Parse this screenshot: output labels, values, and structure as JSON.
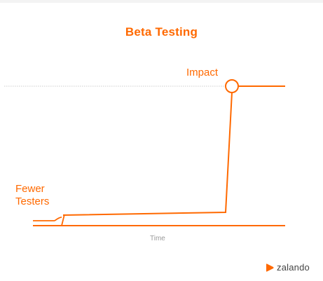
{
  "slide": {
    "title": "Beta Testing",
    "labels": {
      "impact": "Impact",
      "fewer": "Fewer",
      "testers": "Testers",
      "time_axis": "Time"
    },
    "brand": {
      "name": "zalando",
      "icon": "zalando-logo-icon"
    }
  },
  "colors": {
    "accent": "#ff6900",
    "axis_label": "#9a9a9a",
    "dotted_line": "#bdbdbd",
    "brand_text": "#444444"
  }
}
